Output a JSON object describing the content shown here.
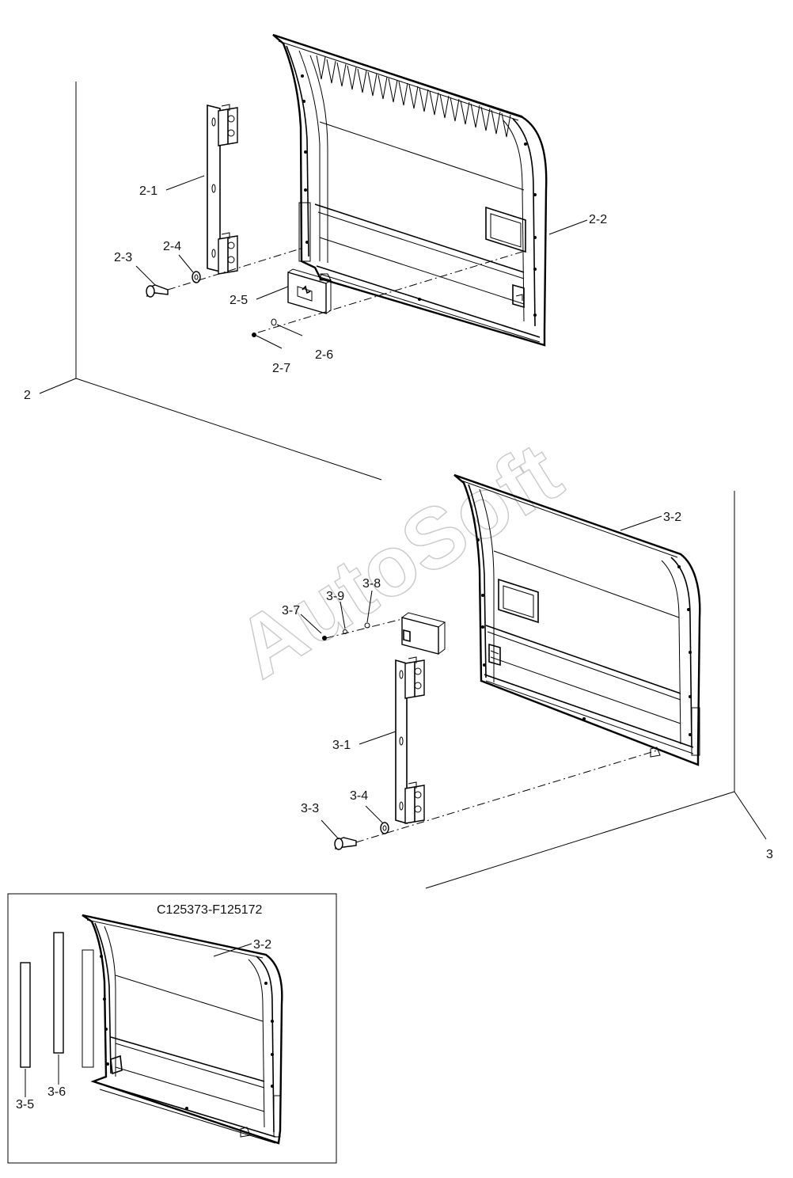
{
  "labels": {
    "view2": "2",
    "p2_1": "2-1",
    "p2_2": "2-2",
    "p2_3": "2-3",
    "p2_4": "2-4",
    "p2_5": "2-5",
    "p2_6": "2-6",
    "p2_7": "2-7",
    "view3": "3",
    "p3_1": "3-1",
    "p3_2": "3-2",
    "p3_3": "3-3",
    "p3_4": "3-4",
    "p3_7": "3-7",
    "p3_8": "3-8",
    "p3_9": "3-9"
  },
  "inset": {
    "serial_range": "C125373-F125172",
    "p3_2": "3-2",
    "p3_5": "3-5",
    "p3_6": "3-6"
  },
  "watermark": "AutoSoft"
}
